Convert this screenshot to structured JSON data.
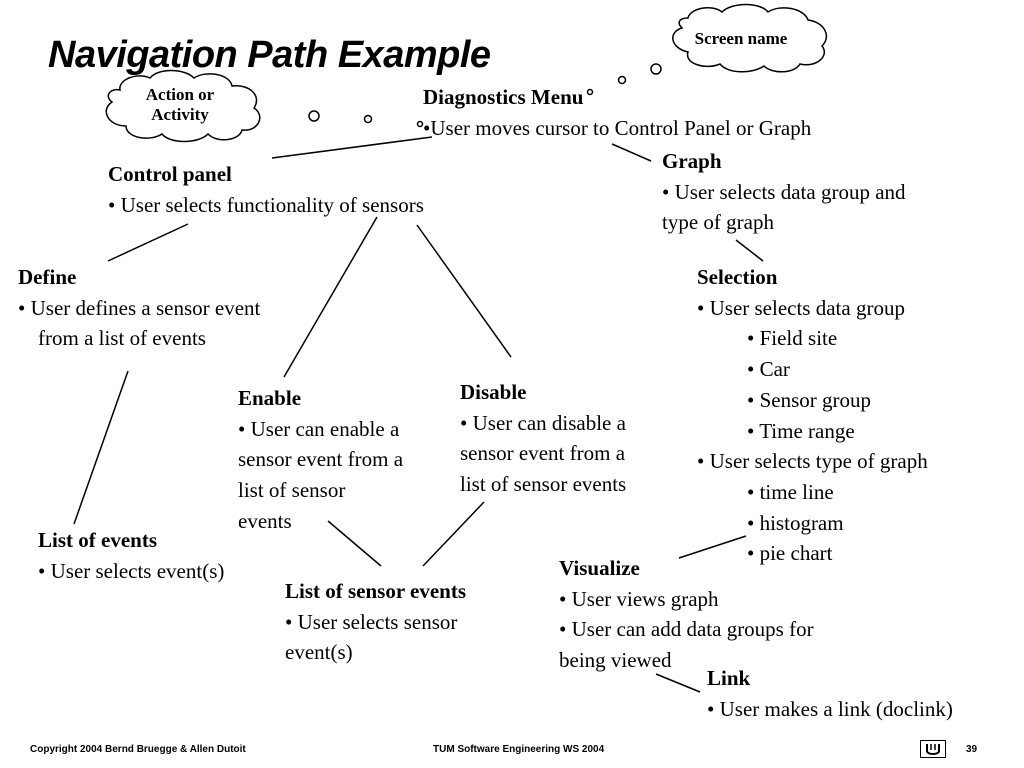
{
  "title": "Navigation Path Example",
  "callouts": {
    "screen_name": "Screen name",
    "action_line1": "Action or",
    "action_line2": "Activity"
  },
  "nodes": {
    "diagnostics": {
      "title": "Diagnostics Menu",
      "lines": [
        "•User moves cursor to Control Panel or Graph"
      ]
    },
    "control_panel": {
      "title": "Control panel",
      "lines": [
        "• User selects functionality of sensors"
      ]
    },
    "graph": {
      "title": "Graph",
      "lines": [
        "• User selects data group and",
        "type of graph"
      ]
    },
    "define": {
      "title": "Define",
      "lines": [
        "• User defines a sensor event",
        "from a list of events"
      ]
    },
    "selection": {
      "title": "Selection",
      "lines": [
        "• User selects data group",
        "• Field site",
        "• Car",
        "• Sensor group",
        "• Time range",
        "• User selects type of graph",
        "• time line",
        "• histogram",
        "• pie chart"
      ]
    },
    "enable": {
      "title": "Enable",
      "lines": [
        "• User can enable a",
        "sensor event from a",
        "list of sensor",
        "events"
      ]
    },
    "disable": {
      "title": "Disable",
      "lines": [
        "• User can disable a",
        "sensor event from a",
        "list of sensor events"
      ]
    },
    "list_of_events": {
      "title": "List of events",
      "lines": [
        "• User selects event(s)"
      ]
    },
    "list_of_sensor_events": {
      "title": "List of sensor events",
      "lines": [
        "• User selects sensor",
        "event(s)"
      ]
    },
    "visualize": {
      "title": "Visualize",
      "lines": [
        "• User views graph",
        "• User can add data groups for",
        "being viewed"
      ]
    },
    "link": {
      "title": "Link",
      "lines": [
        "• User makes a link (doclink)"
      ]
    }
  },
  "footer": {
    "copyright": "Copyright  2004  Bernd Bruegge & Allen Dutoit",
    "course": "TUM Software  Engineering WS 2004",
    "page": "39"
  }
}
